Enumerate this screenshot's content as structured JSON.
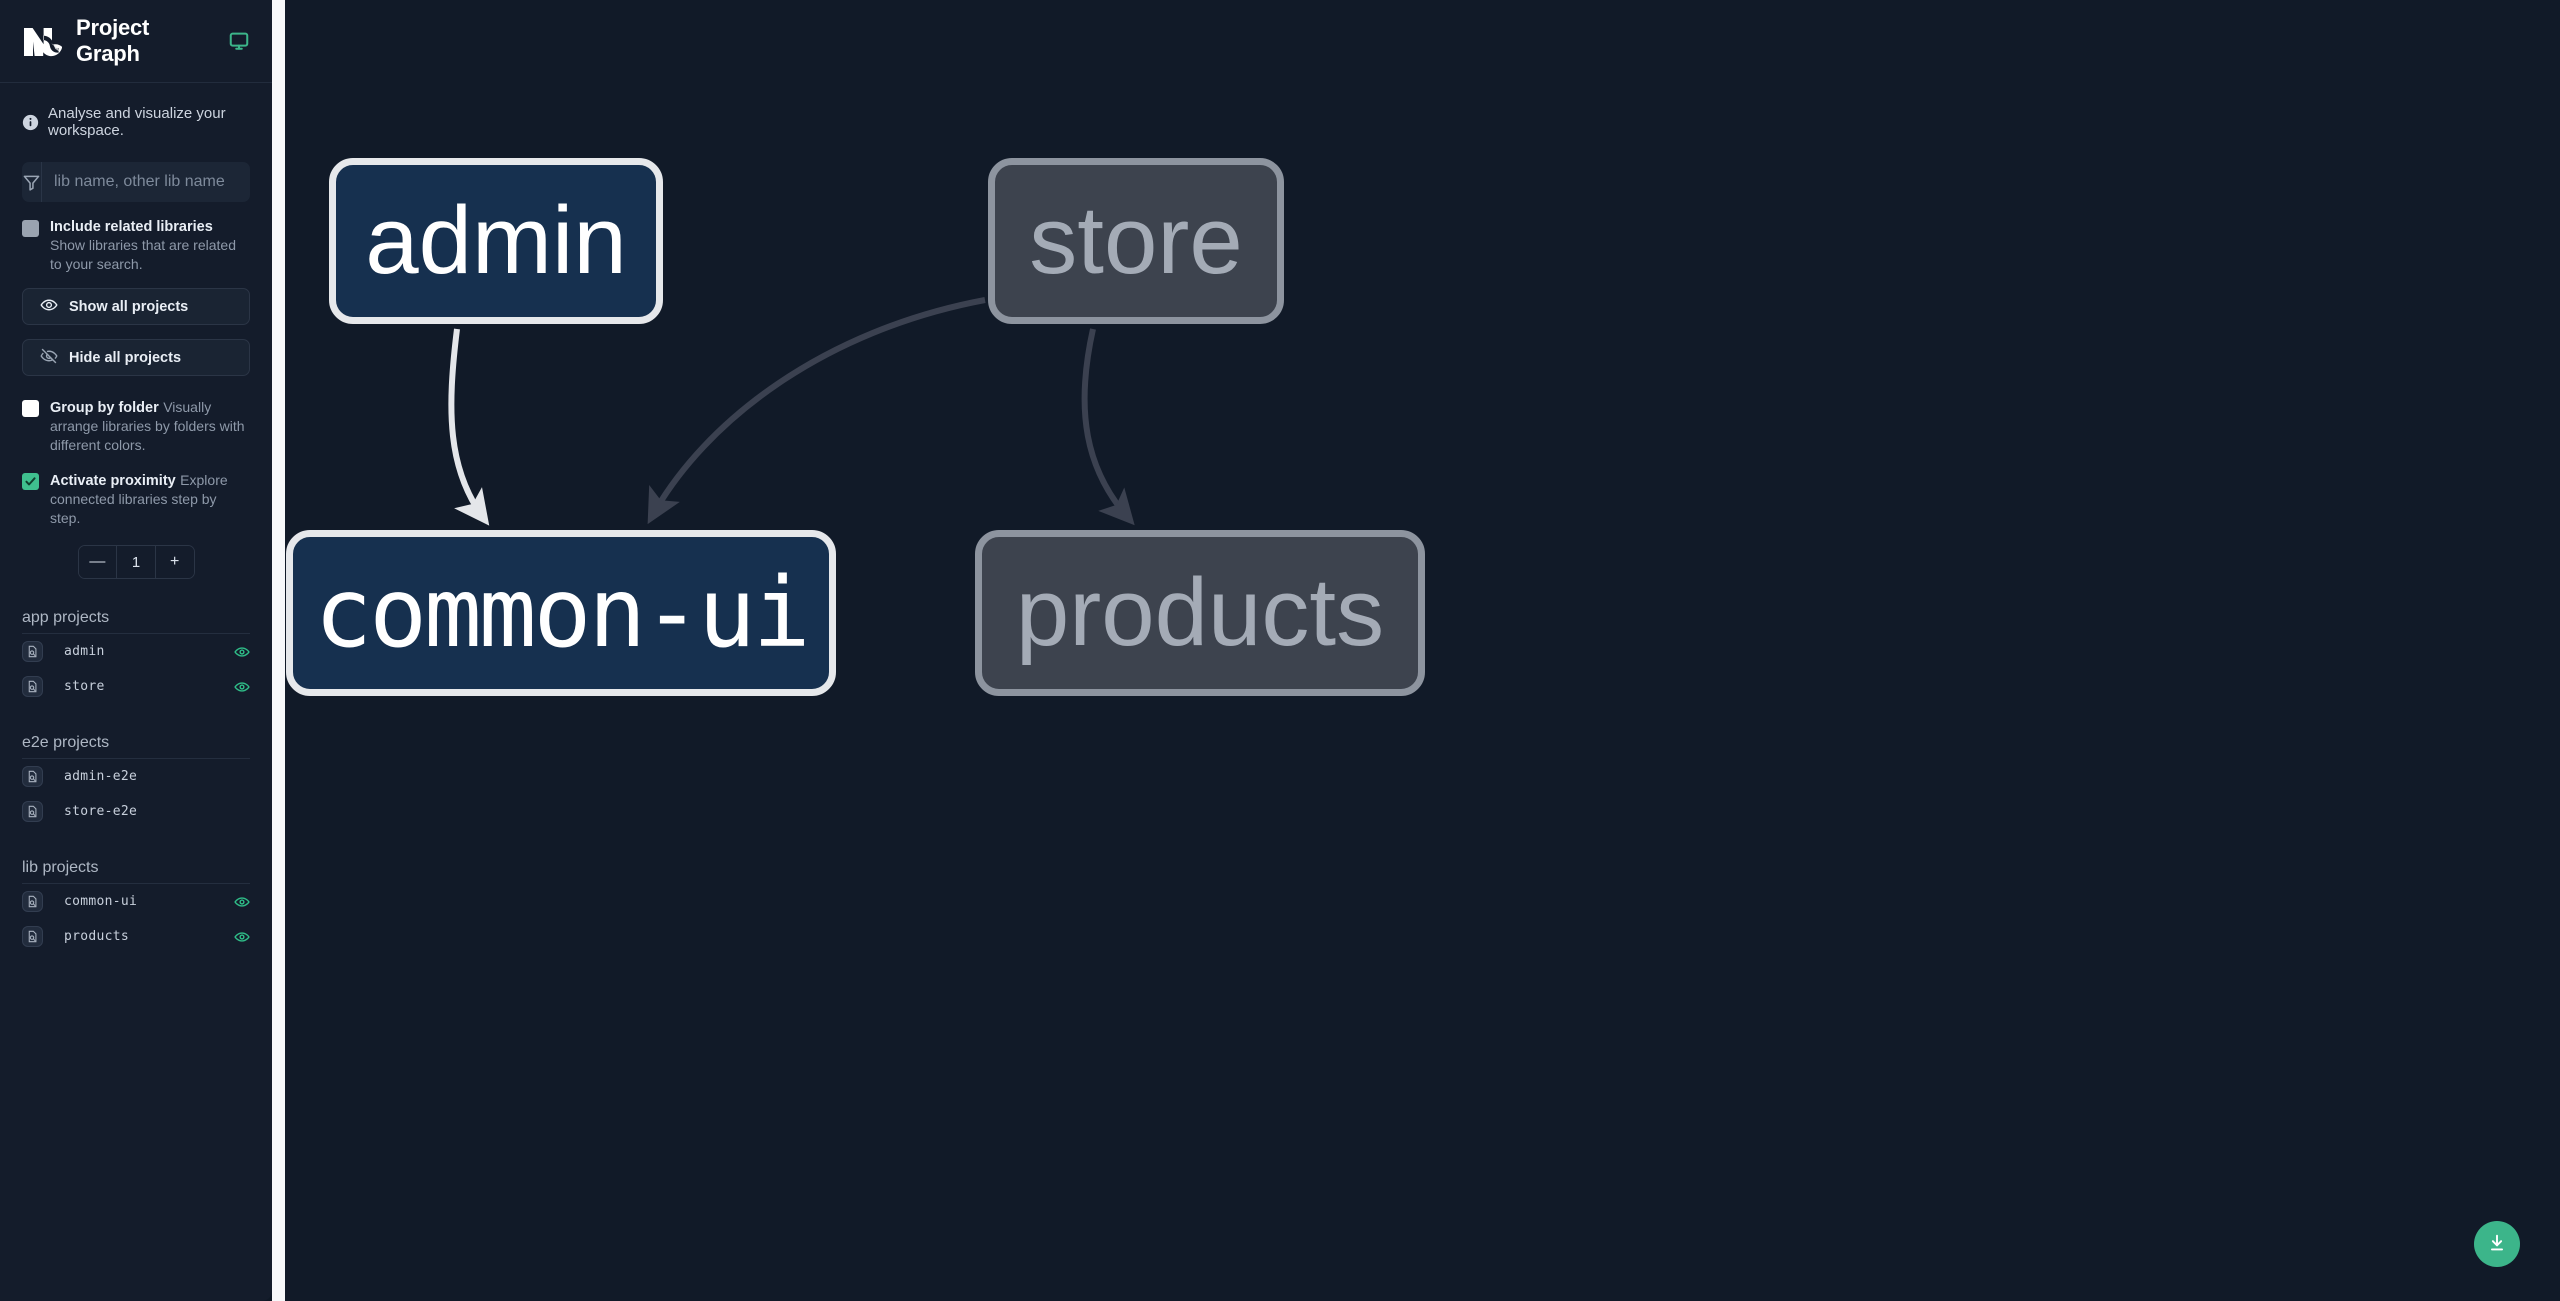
{
  "app": {
    "title": "Project Graph",
    "tagline": "Analyse and visualize your workspace.",
    "header_icon": "monitor-icon",
    "logo": "nx-logo"
  },
  "search": {
    "placeholder": "lib name, other lib name",
    "value": "",
    "icon": "funnel-icon"
  },
  "options": [
    {
      "id": "include-related-libraries",
      "label": "Include related libraries",
      "description": "Show libraries that are related to your search.",
      "checked": false,
      "swatch": "#9aa3b0"
    },
    {
      "id": "group-by-folder",
      "label": "Group by folder",
      "description": "Visually arrange libraries by folders with different colors.",
      "checked": false,
      "swatch": "#ffffff"
    },
    {
      "id": "activate-proximity",
      "label": "Activate proximity",
      "description": "Explore connected libraries step by step.",
      "checked": true,
      "swatch": "#3fc08f"
    }
  ],
  "buttons": {
    "show_all": {
      "label": "Show all projects",
      "icon": "eye-icon"
    },
    "hide_all": {
      "label": "Hide all projects",
      "icon": "eye-off-icon"
    }
  },
  "stepper": {
    "decrement_label": "—",
    "value": "1",
    "increment_label": "+"
  },
  "project_groups": [
    {
      "id": "app-projects",
      "heading": "app projects",
      "projects": [
        {
          "name": "admin",
          "visible": true
        },
        {
          "name": "store",
          "visible": true
        }
      ]
    },
    {
      "id": "e2e-projects",
      "heading": "e2e projects",
      "projects": [
        {
          "name": "admin-e2e",
          "visible": false
        },
        {
          "name": "store-e2e",
          "visible": false
        }
      ]
    },
    {
      "id": "lib-projects",
      "heading": "lib projects",
      "projects": [
        {
          "name": "common-ui",
          "visible": true
        },
        {
          "name": "products",
          "visible": true
        }
      ]
    }
  ],
  "graph": {
    "nodes": [
      {
        "id": "admin",
        "label": "admin",
        "state": "focused"
      },
      {
        "id": "store",
        "label": "store",
        "state": "dim"
      },
      {
        "id": "common-ui",
        "label": "common-ui",
        "state": "focused"
      },
      {
        "id": "products",
        "label": "products",
        "state": "dim"
      }
    ],
    "edges": [
      {
        "from": "admin",
        "to": "common-ui",
        "state": "focused"
      },
      {
        "from": "store",
        "to": "common-ui",
        "state": "dim"
      },
      {
        "from": "store",
        "to": "products",
        "state": "dim"
      }
    ],
    "colors": {
      "focused_fill": "#16304f",
      "focused_border": "#e6e8eb",
      "focused_text": "#ffffff",
      "dim_fill": "#3d434e",
      "dim_border": "#8d949f",
      "dim_text": "#a4abb6",
      "focused_edge": "#e4e6ea",
      "dim_edge": "#3b4150",
      "canvas_bg": "#111a28"
    }
  },
  "download_button": {
    "icon": "download-icon",
    "color": "#3cb58a"
  }
}
